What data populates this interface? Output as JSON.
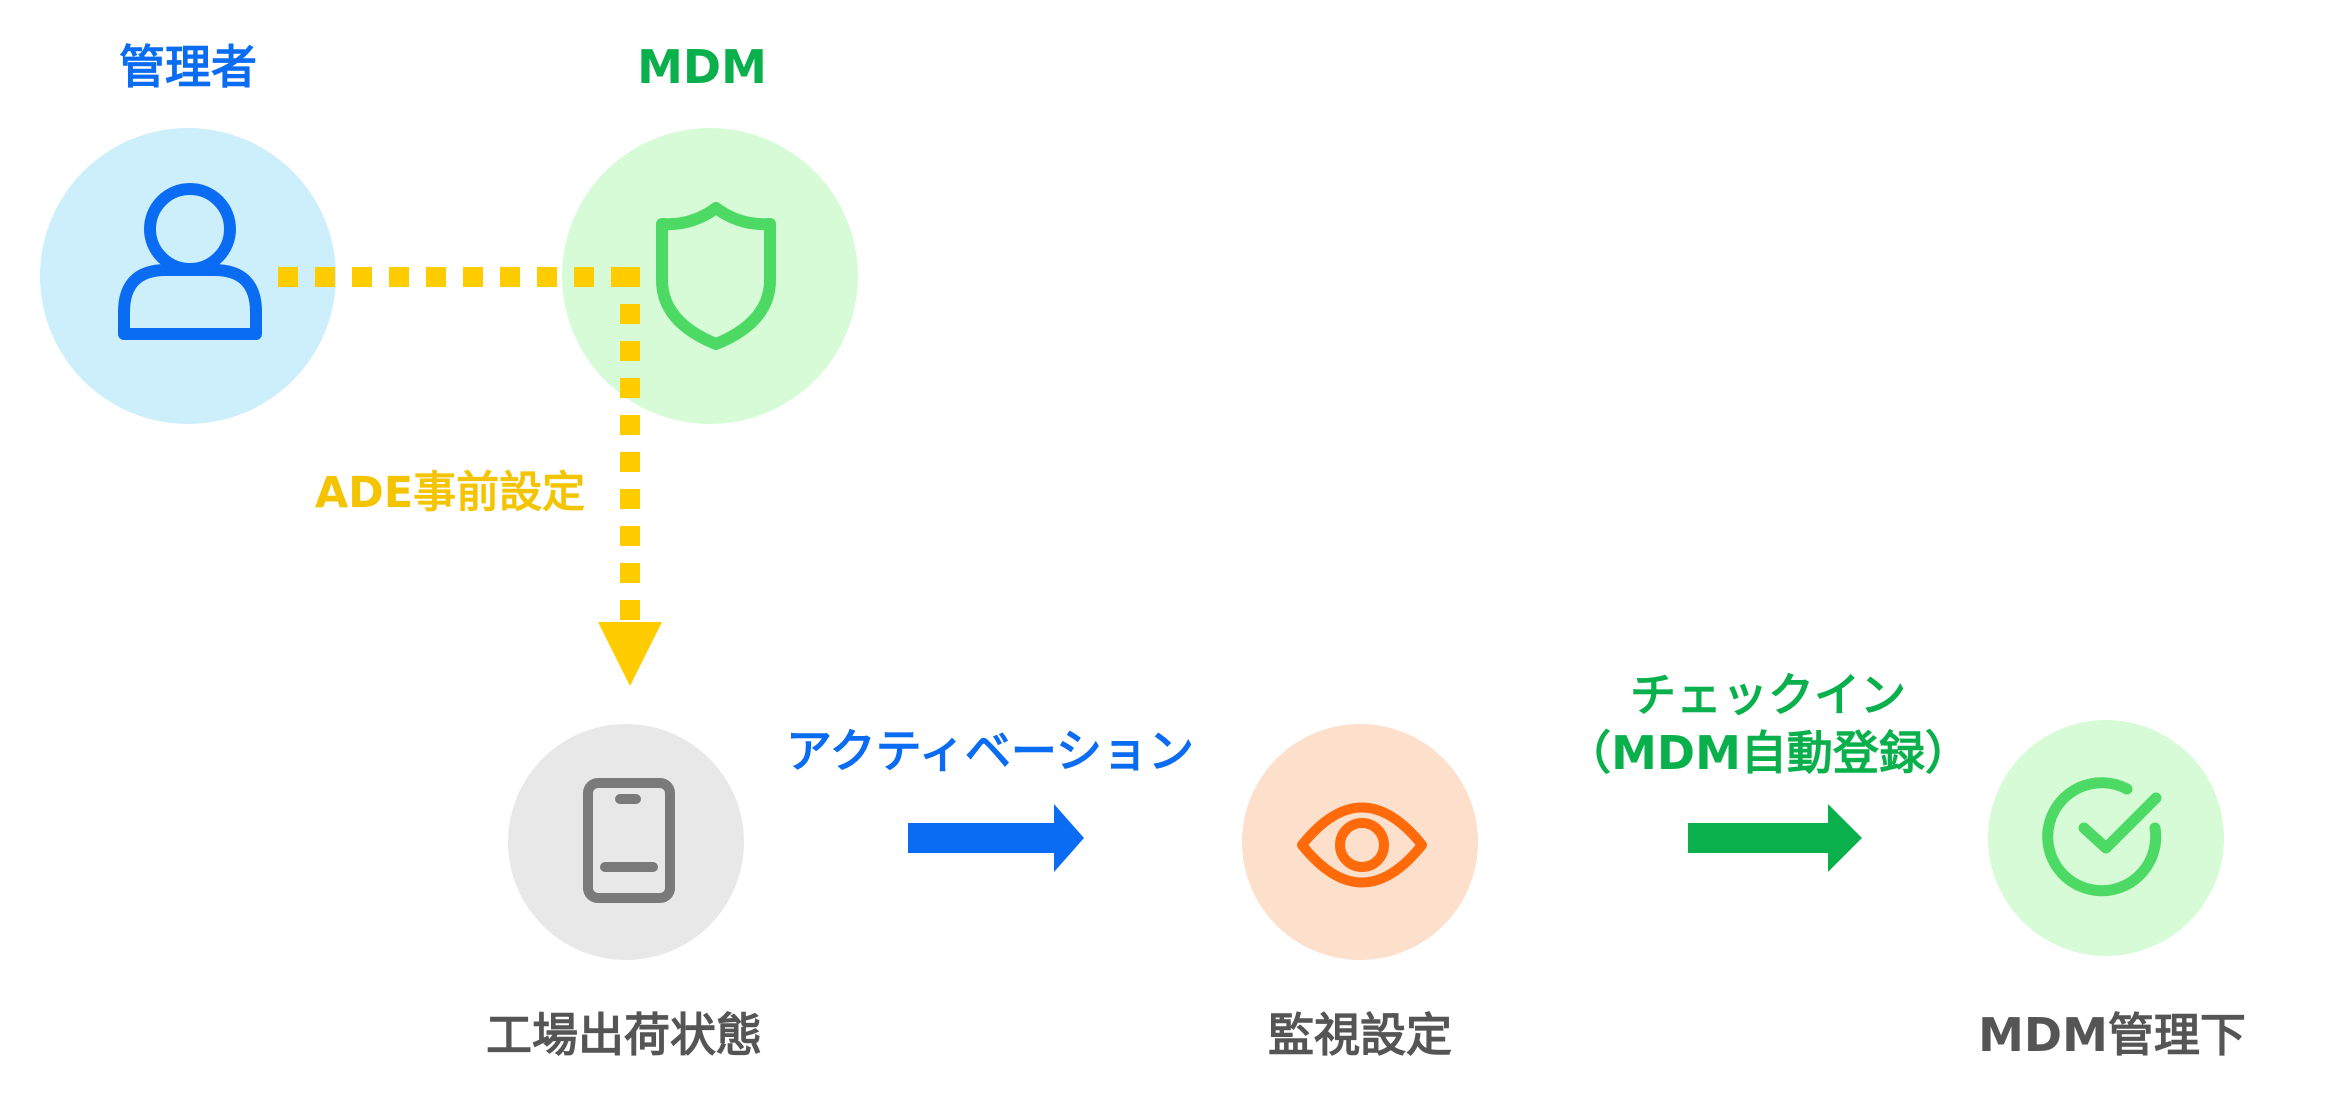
{
  "labels": {
    "admin": "管理者",
    "mdm": "MDM",
    "ade_presetup": "ADE事前設定",
    "activation": "アクティベーション",
    "checkin": "チェックイン",
    "checkin_sub": "（MDM自動登録）",
    "factory_state": "工場出荷状態",
    "supervision": "監視設定",
    "mdm_managed": "MDM管理下"
  },
  "icons": {
    "admin": "person-icon",
    "mdm": "shield-icon",
    "factory_state": "smartphone-icon",
    "supervision": "eye-icon",
    "mdm_managed": "check-circle-icon"
  },
  "colors": {
    "blue": "#0a6cf2",
    "green": "#0ab04b",
    "yellow": "#f5c400",
    "gray": "#555555",
    "admin_circle": "#cdeefb",
    "mdm_circle": "#d7fbd7",
    "factory_circle": "#e8e8e8",
    "supervise_circle": "#fde0cc",
    "managed_circle": "#d7fbd7",
    "shield_stroke": "#4cd964",
    "phone_stroke": "#7a7a7a",
    "eye_stroke": "#ff6a0a",
    "check_stroke": "#4cd964",
    "dash_yellow": "#ffcc00"
  }
}
